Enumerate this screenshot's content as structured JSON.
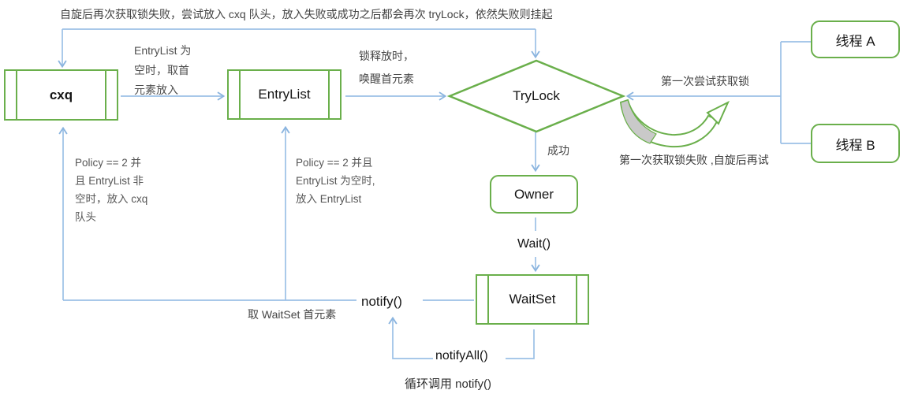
{
  "colors": {
    "node_border_green": "#6aaf4b",
    "connector_blue": "#9cc0e6",
    "retry_arrow_fill_gray": "#c9c9c9",
    "label_gray": "#4f4f4f",
    "label_black": "#141414"
  },
  "nodes": {
    "cxq": {
      "label": "cxq"
    },
    "entrylist": {
      "label": "EntryList"
    },
    "trylock": {
      "label": "TryLock"
    },
    "owner": {
      "label": "Owner"
    },
    "waitset": {
      "label": "WaitSet"
    },
    "thread_a": {
      "label": "线程 A"
    },
    "thread_b": {
      "label": "线程 B"
    }
  },
  "labels": {
    "top_note": "自旋后再次获取锁失败，尝试放入 cxq 队头，放入失败或成功之后都会再次 tryLock，依然失败则挂起",
    "entrylist_empty": [
      "EntryList 为",
      "空时，取首",
      "元素放入"
    ],
    "lock_release": [
      "锁释放时，",
      "唤醒首元素"
    ],
    "policy_cxq": [
      "Policy == 2 并",
      "且 EntryList 非",
      "空时，放入 cxq",
      "队头"
    ],
    "policy_entrylist": [
      "Policy == 2 并且",
      "EntryList 为空时,",
      "放入 EntryList"
    ],
    "first_try": "第一次尝试获取锁",
    "first_fail_retry": "第一次获取锁失败 ,自旋后再试",
    "success": "成功",
    "wait_call": "Wait()",
    "notify_call": "notify()",
    "notify_all_call": "notifyAll()",
    "loop_notify": "循环调用 notify()",
    "take_waitset_head": "取 WaitSet 首元素"
  }
}
